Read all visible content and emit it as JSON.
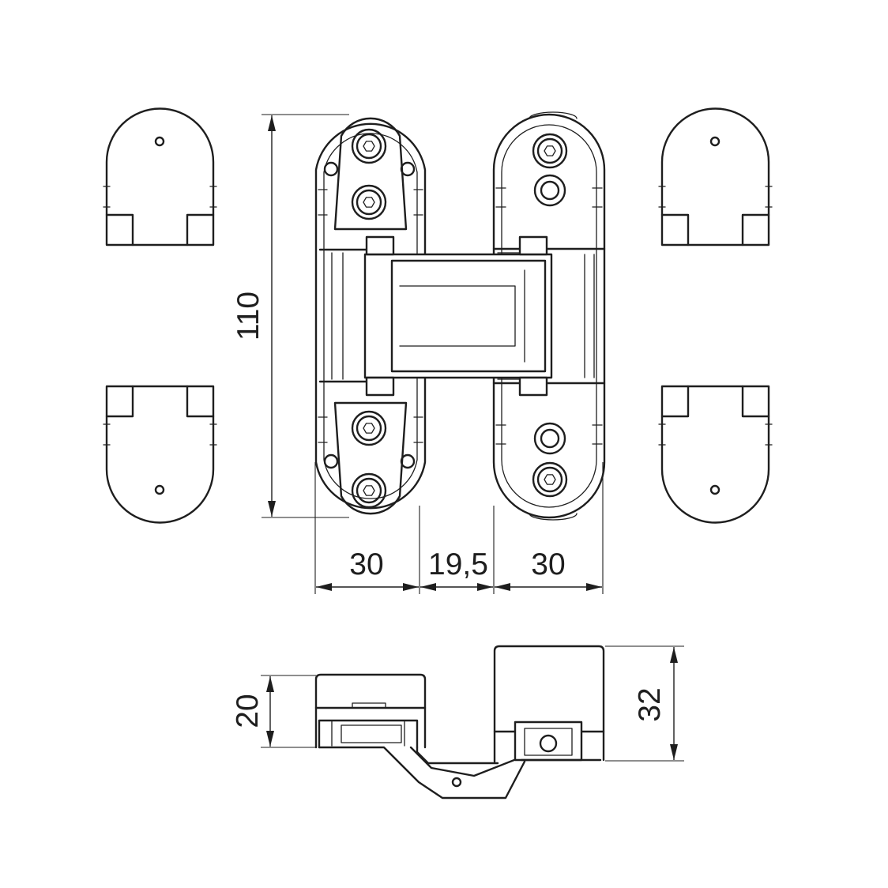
{
  "dimensions": {
    "height": "110",
    "leaf_width_left": "30",
    "gap": "19,5",
    "leaf_width_right": "30",
    "closed_depth": "20",
    "open_depth": "32"
  },
  "colors": {
    "line": "#1e1e1e",
    "background": "#ffffff"
  }
}
